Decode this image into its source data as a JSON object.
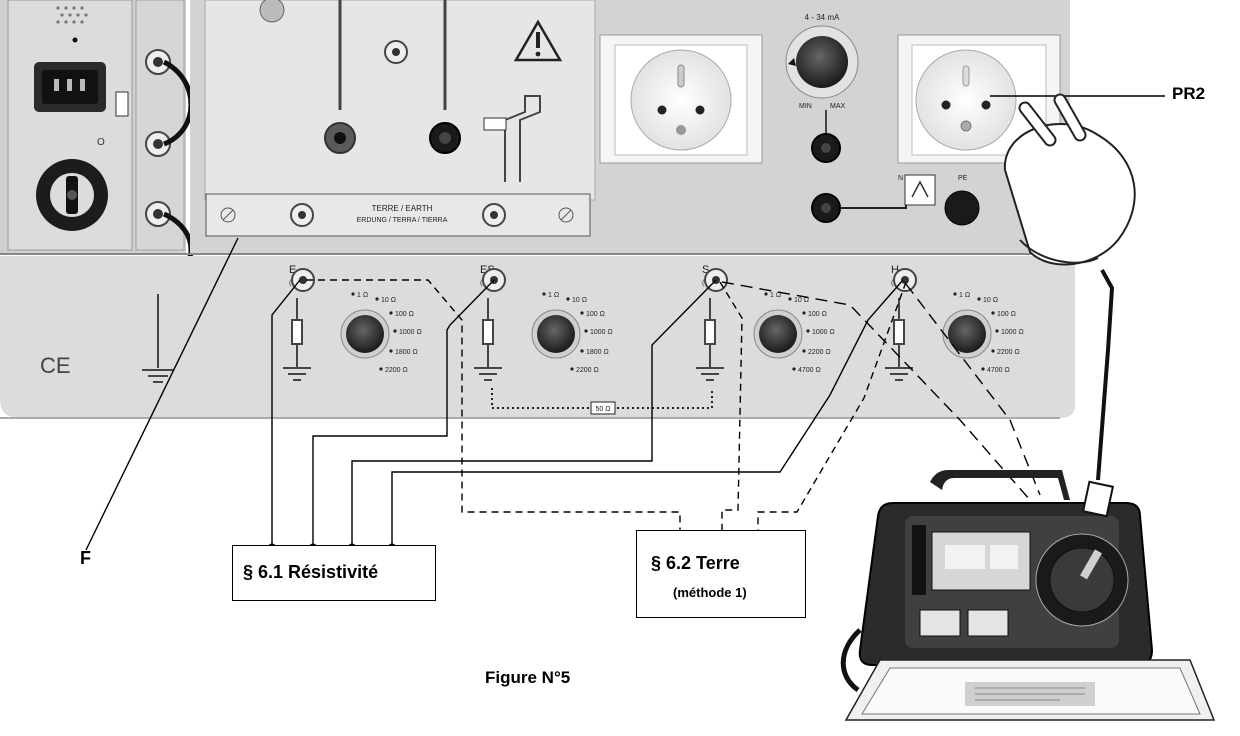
{
  "labels": {
    "F": "F",
    "PR2": "PR2",
    "figure": "Figure N°5"
  },
  "boxes": {
    "resistivity": "§ 6.1  Résistivité",
    "earth_title": "§ 6.2  Terre",
    "earth_sub": "(méthode 1)"
  },
  "panel": {
    "earth_bar_line1": "TERRE / EARTH",
    "earth_bar_line2": "ERDUNG / TERRA / TIERRA",
    "ce_mark": "CE",
    "current_range": "4 - 34 mA",
    "min": "MIN",
    "max": "MAX",
    "n_label": "N",
    "pe_label": "PE",
    "bridge_label": "50 Ω"
  },
  "terminals": [
    {
      "name": "E",
      "sub": "(X)",
      "dial": [
        "1 Ω",
        "10 Ω",
        "100 Ω",
        "1000 Ω",
        "1800 Ω",
        "2200 Ω"
      ]
    },
    {
      "name": "ES",
      "sub": "(Xv)",
      "dial": [
        "1 Ω",
        "10 Ω",
        "100 Ω",
        "1000 Ω",
        "1800 Ω",
        "2200 Ω"
      ]
    },
    {
      "name": "S",
      "sub": "(Y)",
      "dial": [
        "1 Ω",
        "10 Ω",
        "100 Ω",
        "1000 Ω",
        "2200 Ω",
        "4700 Ω"
      ]
    },
    {
      "name": "H",
      "sub": "(Z)",
      "dial": [
        "1 Ω",
        "10 Ω",
        "100 Ω",
        "1000 Ω",
        "2200 Ω",
        "4700 Ω"
      ]
    }
  ],
  "colors": {
    "panel": "#d9d9d9",
    "panel_dark": "#bdbdbd",
    "lines": "#000000"
  }
}
